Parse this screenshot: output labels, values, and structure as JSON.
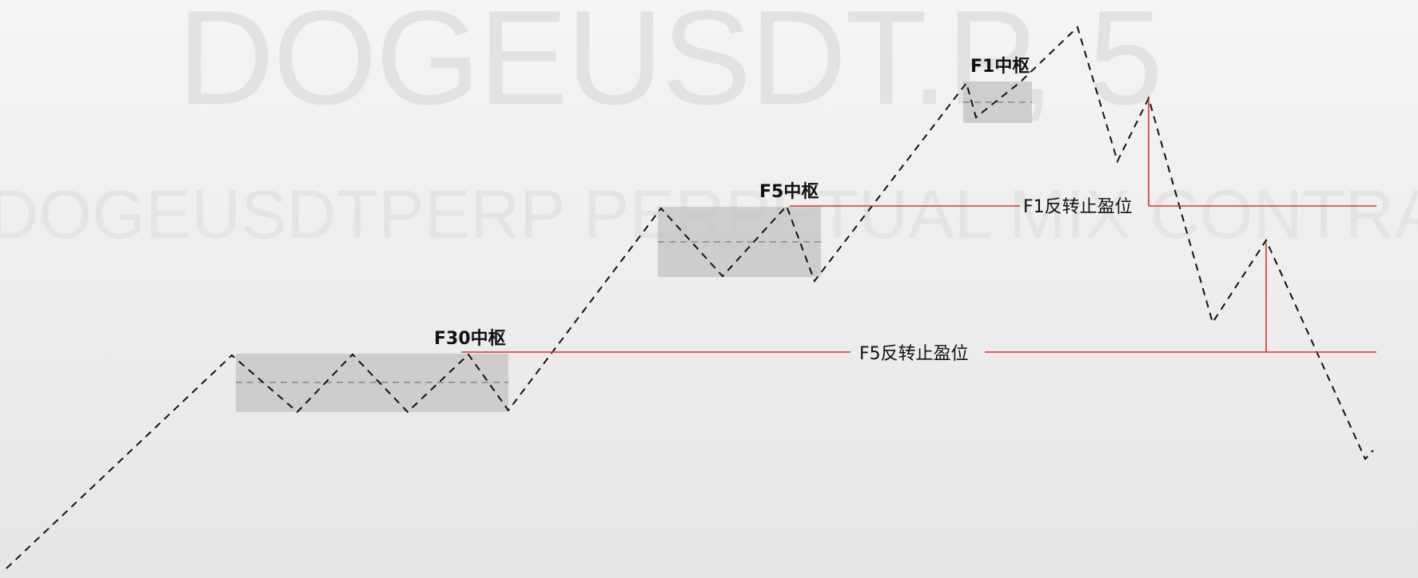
{
  "watermark": {
    "symbol": "DOGEUSDT.P, 5",
    "description": "DOGEUSDTPERP PERPETUAL MIX CONTRACT"
  },
  "zones": [
    {
      "id": "f30",
      "label": "F30中枢"
    },
    {
      "id": "f5",
      "label": "F5中枢"
    },
    {
      "id": "f1",
      "label": "F1中枢"
    }
  ],
  "target_lines": [
    {
      "id": "f1-tp",
      "label": "F1反转止盈位"
    },
    {
      "id": "f5-tp",
      "label": "F5反转止盈位"
    }
  ],
  "colors": {
    "target_line": "#e03030",
    "zone_fill": "#c4c4c4",
    "price_path": "#111111"
  }
}
